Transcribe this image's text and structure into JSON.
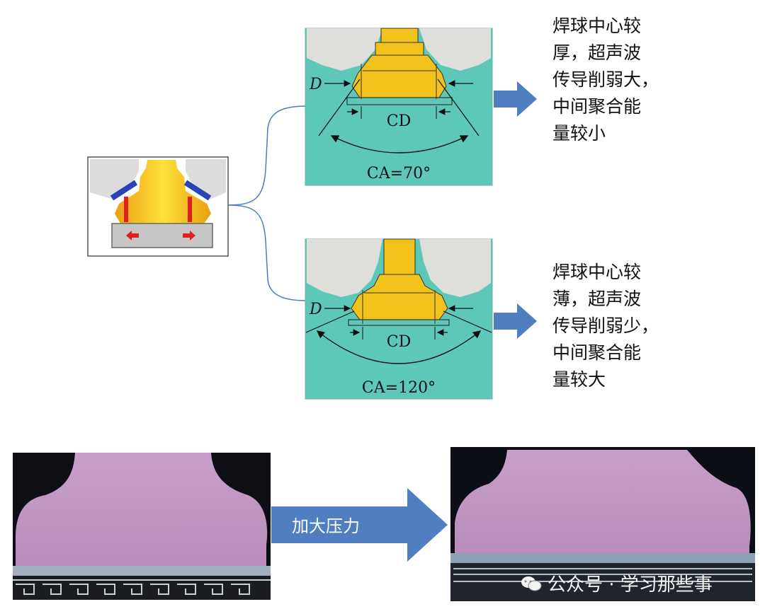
{
  "diagram": {
    "top_panel": {
      "dimension_d": "D",
      "dimension_cd": "CD",
      "contact_angle": "CA=70°",
      "note": "焊球中心较\n厚，超声波\n传导削弱大，\n中间聚合能\n量较小"
    },
    "bottom_panel": {
      "dimension_d": "D",
      "dimension_cd": "CD",
      "contact_angle": "CA=120°",
      "note": "焊球中心较\n薄，超声波\n传导削弱少，\n中间聚合能\n量较大"
    }
  },
  "micrographs": {
    "arrow_label": "加大压力"
  },
  "watermark": {
    "text": "公众号 · 学习那些事",
    "icon": "wechat-icon"
  },
  "colors": {
    "panel_teal": "#5ec8b8",
    "bond_yellow": "#f2c21a",
    "arrow_blue": "#4f7fc1",
    "capillary_gray": "#d8d8d4",
    "micrograph_pink": "#c59ac4"
  }
}
